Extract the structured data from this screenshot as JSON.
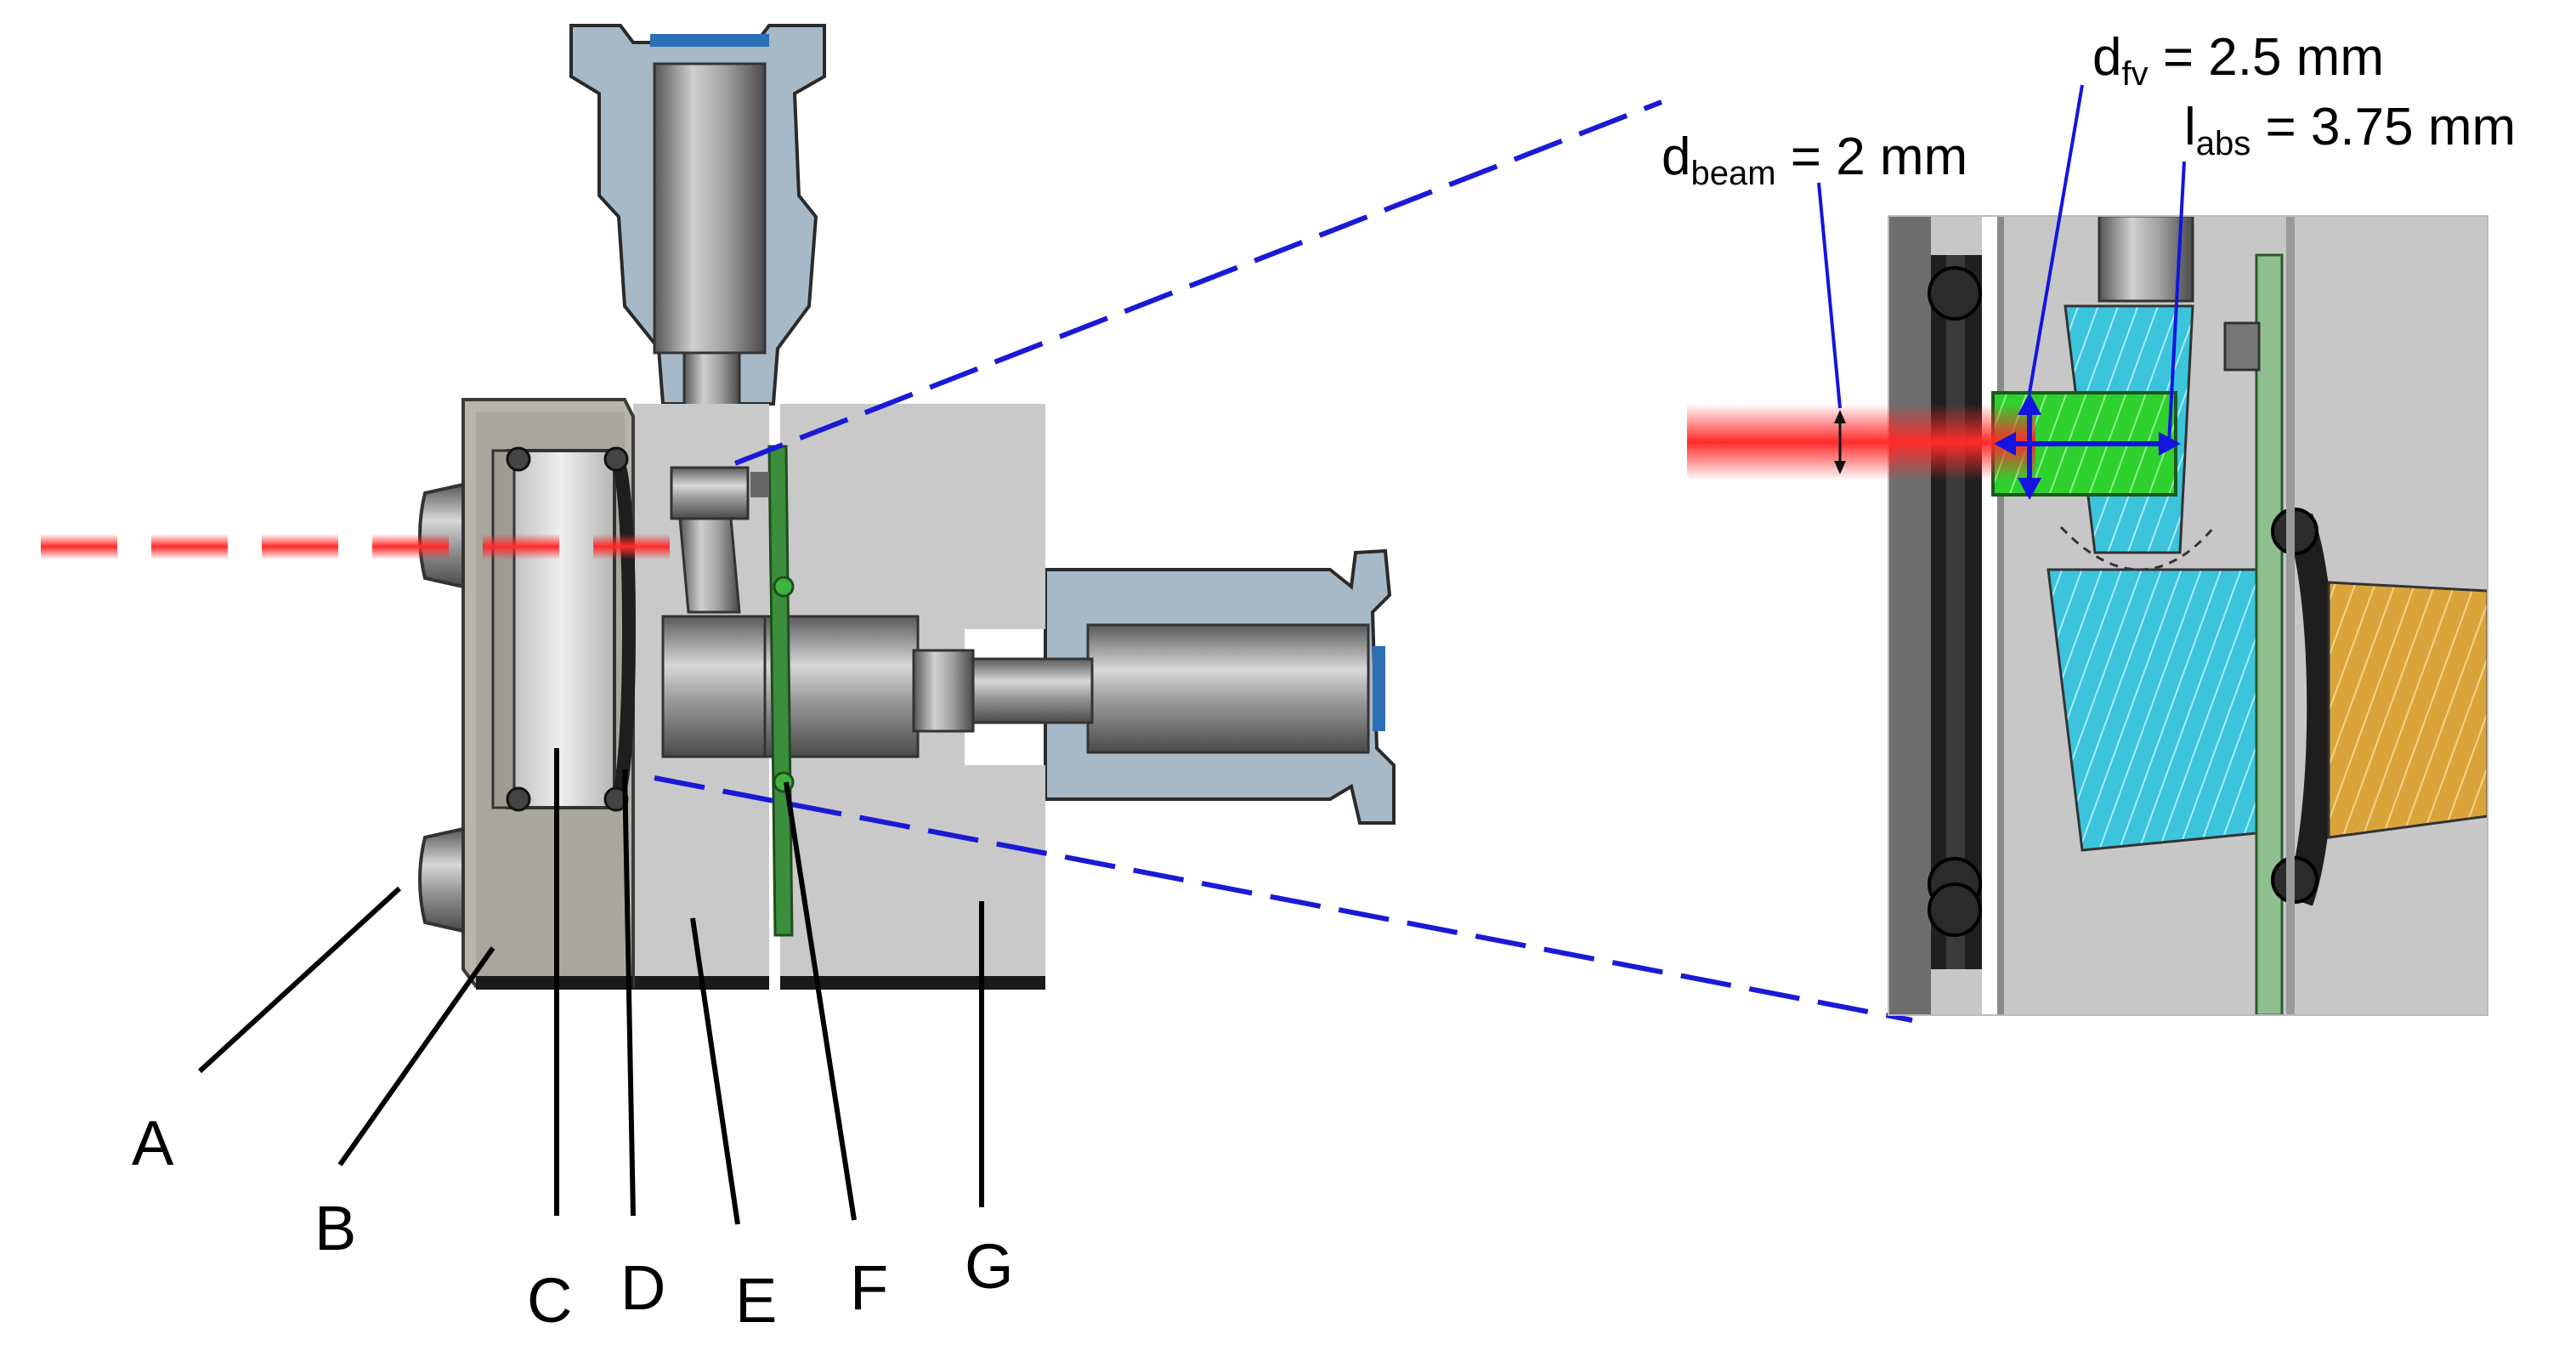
{
  "part_labels": {
    "a": "A",
    "b": "B",
    "c": "C",
    "d": "D",
    "e": "E",
    "f": "F",
    "g": "G"
  },
  "dimensions": {
    "beam": {
      "symbol": "d",
      "subscript": "beam",
      "value": " = 2 mm"
    },
    "fluid_volume": {
      "symbol": "d",
      "subscript": "fv",
      "value": " = 2.5 mm"
    },
    "absorption": {
      "symbol": "l",
      "subscript": "abs",
      "value": " = 3.75 mm"
    }
  },
  "colors": {
    "laser": "#ff2a2a",
    "zoom_lines": "#1a1ad6",
    "dimension_arrows": "#1414e0",
    "body_gray": "#c8c8c8",
    "steel_blue": "#a7b9c7",
    "cuvette_green": "#2fd12f",
    "fluid_cyan": "#3bc4dc",
    "gold_part": "#d9a53a",
    "oring_black": "#1e1e1e"
  }
}
